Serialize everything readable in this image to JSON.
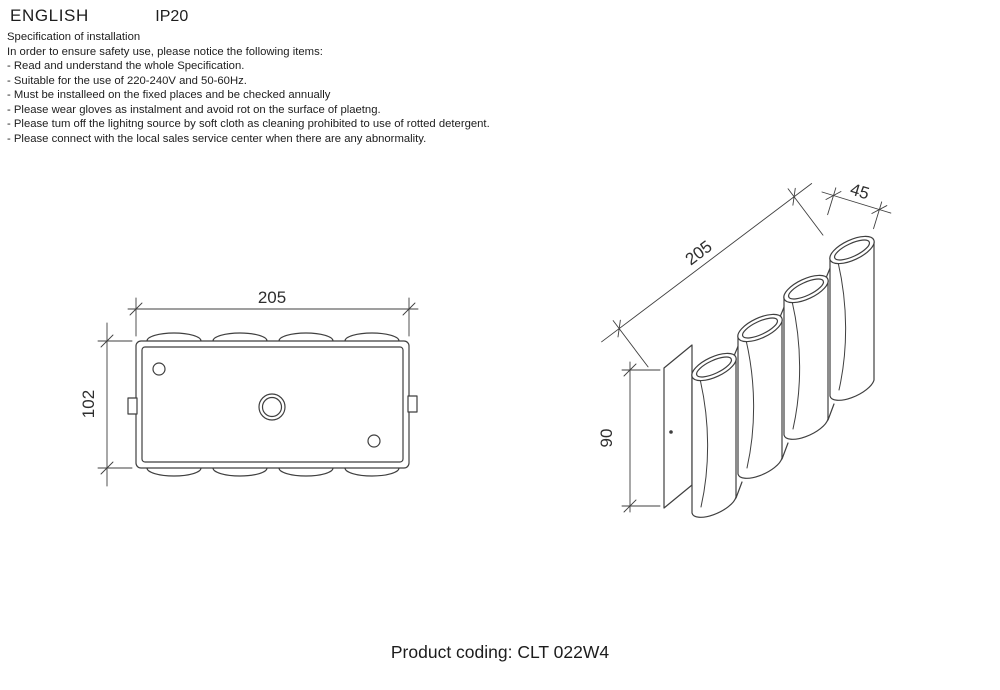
{
  "header": {
    "language": "ENGLISH",
    "ip_rating": "IP20"
  },
  "spec": {
    "title": "Specification of installation",
    "intro": "In order to ensure safety use, please notice the following items:",
    "items": [
      "- Read and understand the whole Specification.",
      "- Suitable for the use of 220-240V and 50-60Hz.",
      "- Must be installeed on the fixed places and be checked annually",
      "- Please wear gloves as instalment and avoid rot on the surface of plaetng.",
      "- Please tum off the lighitng source by soft cloth as cleaning prohibited to use of rotted detergent.",
      "- Please connect with the local sales service center when there are any abnormality."
    ]
  },
  "drawings": {
    "front_view": {
      "width_label": "205",
      "height_label": "102"
    },
    "perspective_view": {
      "length_label": "205",
      "depth_label": "45",
      "height_label": "90"
    }
  },
  "footer": {
    "product_coding": "Product coding: CLT 022W4"
  },
  "colors": {
    "line": "#3f3f3f",
    "text": "#1d1d1d"
  }
}
